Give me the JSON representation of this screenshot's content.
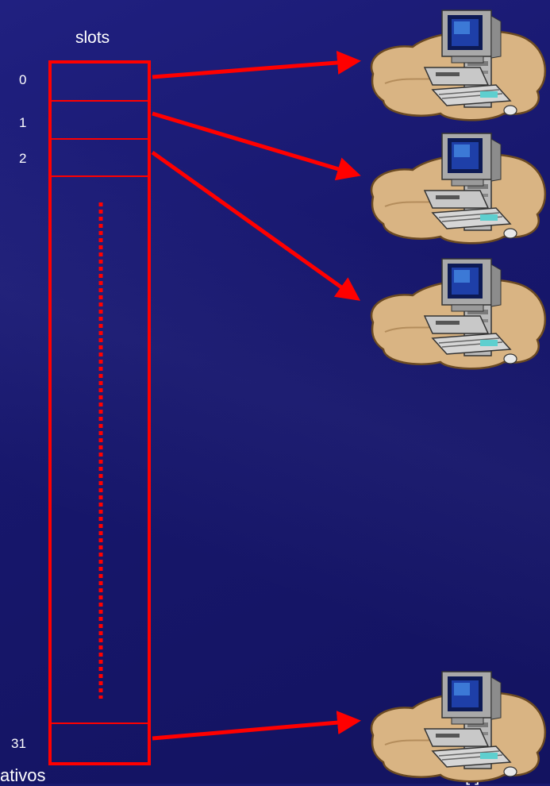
{
  "title": "slots",
  "slot_labels": {
    "first": "0",
    "second": "1",
    "third": "2",
    "last": "31"
  },
  "footer": {
    "left_text": "ativos",
    "right_text": "[ ]"
  },
  "colors": {
    "background": "#1a1a6e",
    "accent": "#ff0000",
    "text": "#ffffff"
  },
  "icons": {
    "computer": "computer-workstation-icon"
  }
}
